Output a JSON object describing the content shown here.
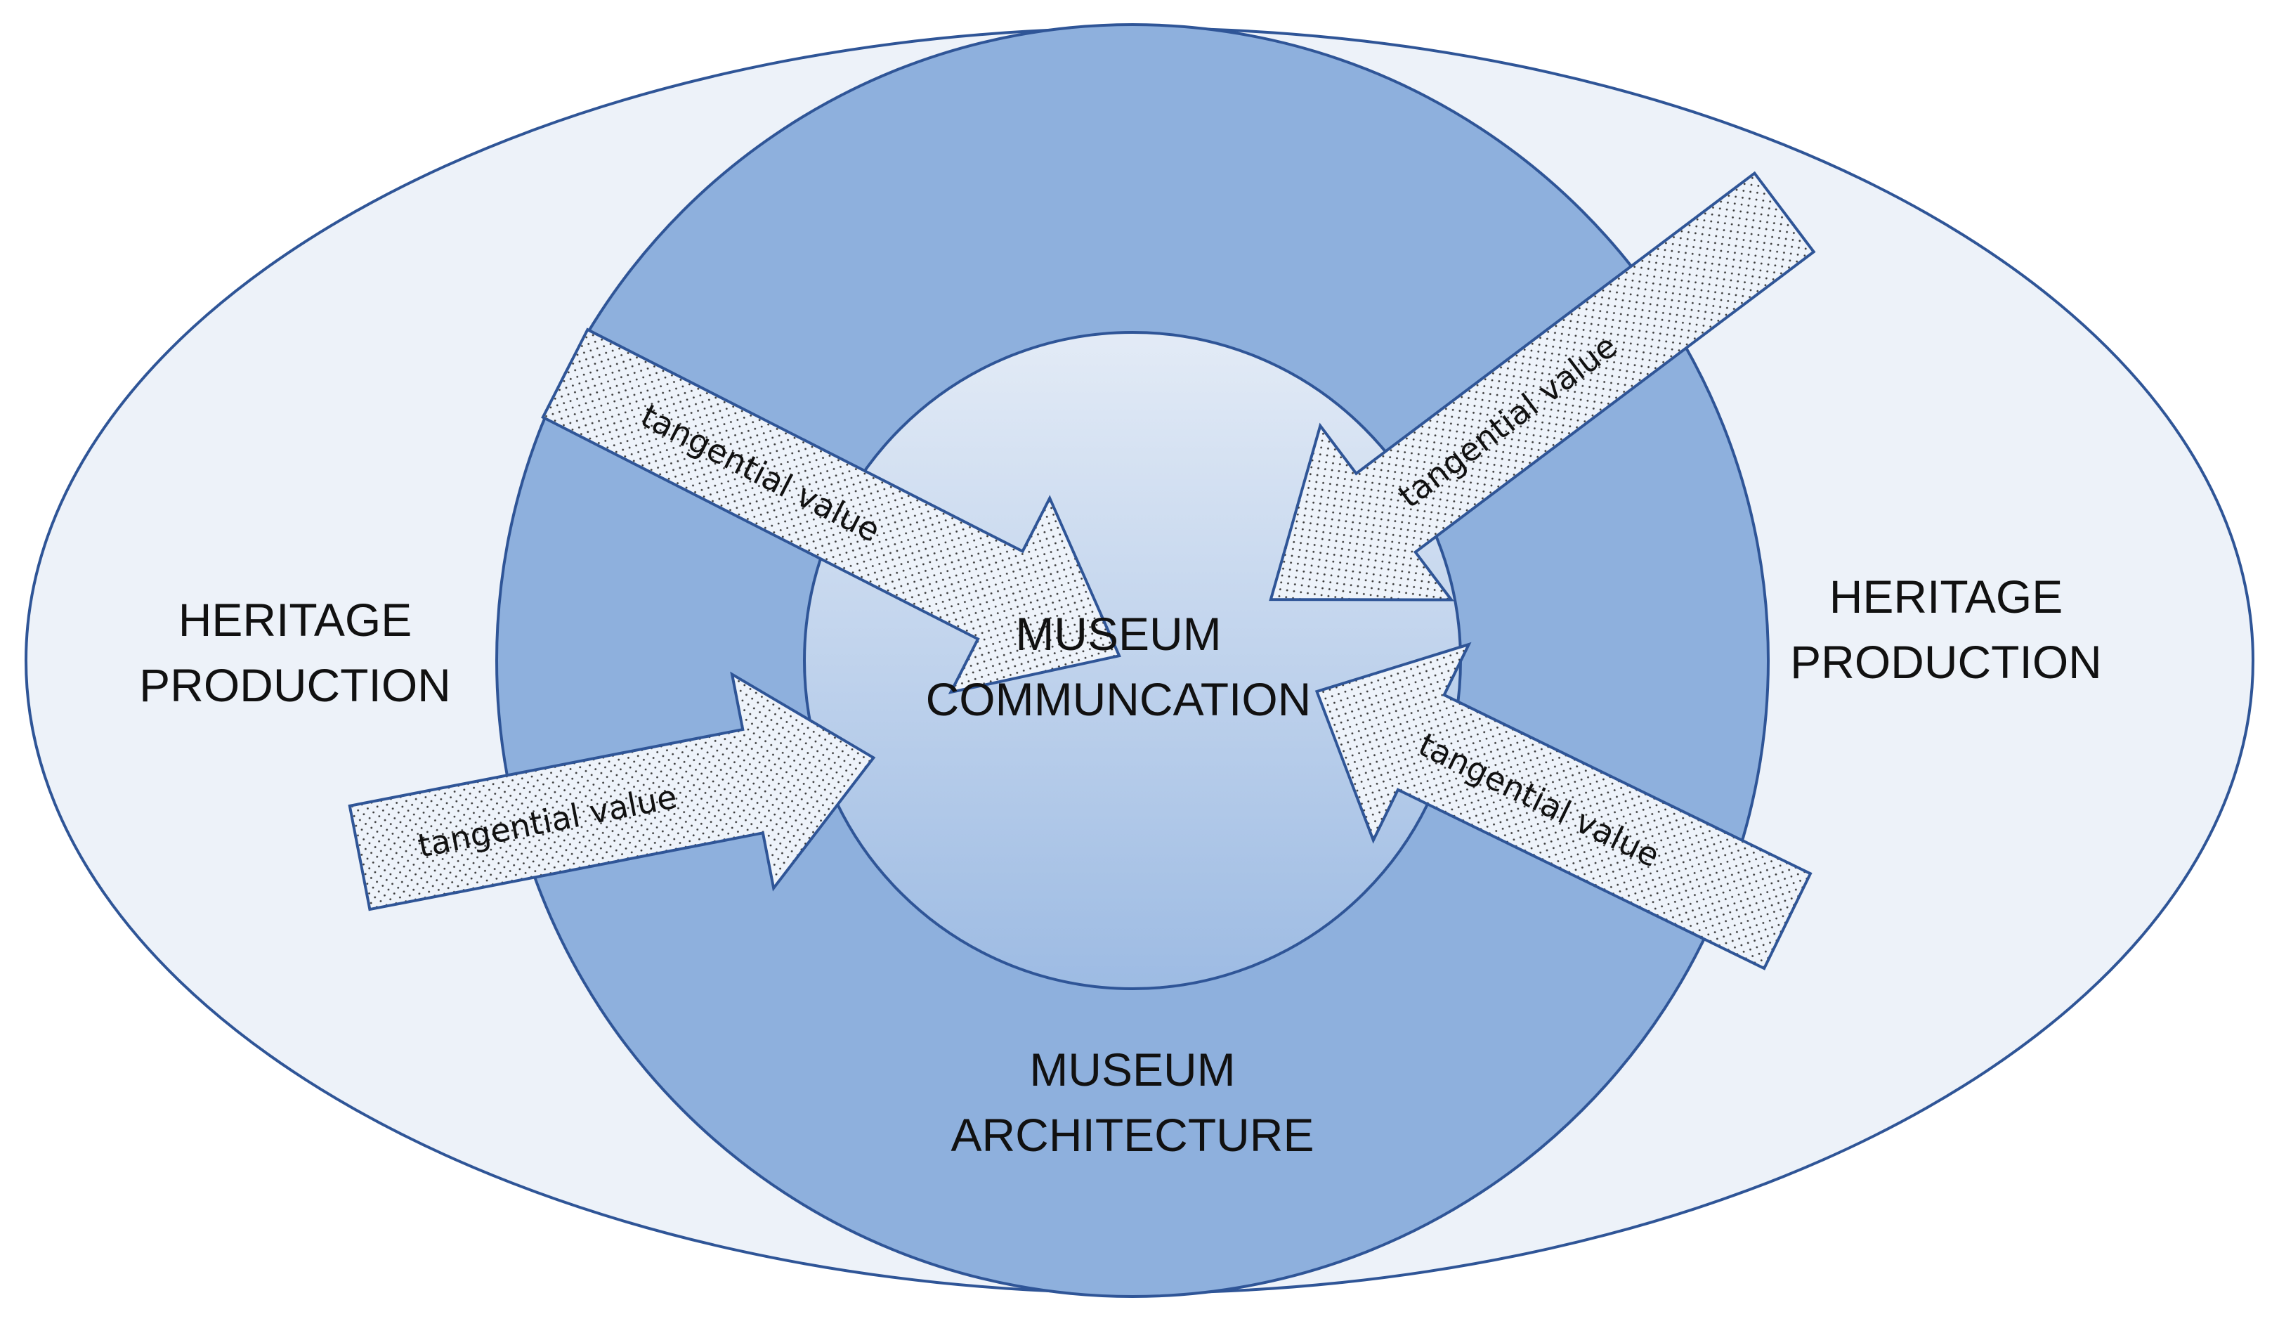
{
  "diagram": {
    "outer_left_label": {
      "line1": "HERITAGE",
      "line2": "PRODUCTION"
    },
    "outer_right_label": {
      "line1": "HERITAGE",
      "line2": "PRODUCTION"
    },
    "center_label": {
      "line1": "MUSEUM",
      "line2": "COMMUNCATION"
    },
    "ring_label": {
      "line1": "MUSEUM",
      "line2": "ARCHITECTURE"
    },
    "arrows": [
      {
        "label": "tangential value"
      },
      {
        "label": "tangential value"
      },
      {
        "label": "tangential value"
      },
      {
        "label": "tangential value"
      }
    ],
    "colors": {
      "outer_ellipse": "#edf2f9",
      "ring": "#8eb0dd",
      "inner_circle_top": "#e3ebf6",
      "inner_circle_bottom": "#9dbbe3",
      "stroke": "#2f5597",
      "arrow_fill": "#eef3fa"
    }
  }
}
